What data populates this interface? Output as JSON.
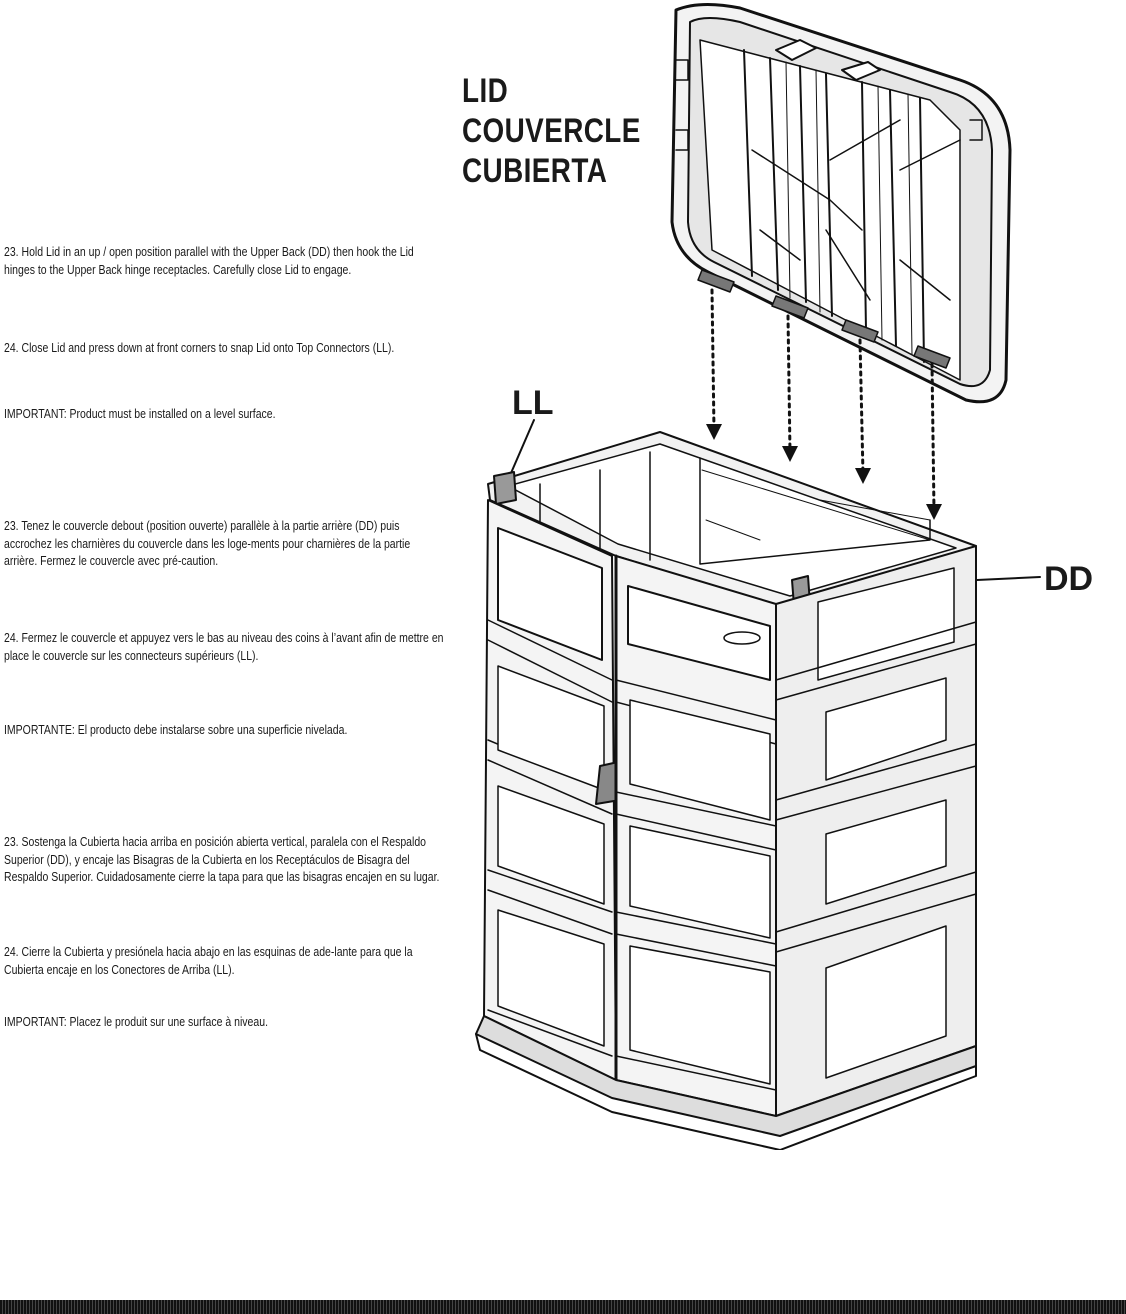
{
  "instructions": {
    "en_23": "23. Hold Lid in an up / open position parallel with the Upper Back (DD) then hook the Lid hinges to the Upper Back hinge receptacles. Carefully close Lid to engage.",
    "en_24": "24. Close Lid and press down at front corners to snap Lid onto Top Connectors (LL).",
    "en_important": "IMPORTANT: Product must be installed on a level surface.",
    "fr_23": "23. Tenez le couvercle debout (position ouverte) parallèle à la partie arrière (DD) puis accrochez les charnières du couvercle dans les loge-ments pour charnières de la partie arrière. Fermez le couvercle avec pré-caution.",
    "fr_24": "24. Fermez le couvercle et appuyez vers le bas au niveau des coins à l’avant afin de mettre en place le couvercle sur les connecteurs supérieurs (LL).",
    "fr_important": "IMPORTANTE: El producto debe instalarse sobre una superficie nivelada.",
    "es_23": "23. Sostenga la Cubierta hacia arriba en posición abierta vertical, paralela con el Respaldo Superior (DD), y encaje las Bisagras de la Cubierta en los Receptáculos de Bisagra del Respaldo Superior. Cuidadosamente cierre la tapa para que las bisagras encajen en su lugar.",
    "es_24": "24. Cierre la Cubierta y presiónela hacia abajo en las esquinas de ade-lante para que la Cubierta encaje en los Conectores de Arriba (LL).",
    "es_important": "IMPORTANT: Placez le produit sur une surface à niveau."
  },
  "part_title": {
    "en": "LID",
    "fr": "COUVERCLE",
    "es": "CUBIERTA"
  },
  "callouts": {
    "ll": "LL",
    "dd": "DD"
  }
}
